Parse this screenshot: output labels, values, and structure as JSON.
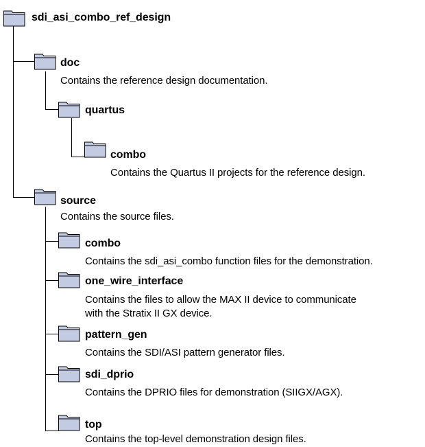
{
  "colors": {
    "folder_fill": "#C3CBE3",
    "folder_stroke": "#000000",
    "line": "#000000"
  },
  "tree": {
    "root": {
      "name": "sdi_asi_combo_ref_design",
      "icon": "folder-icon"
    },
    "doc": {
      "name": "doc",
      "description": "Contains the reference design documentation.",
      "icon": "folder-icon"
    },
    "quartus": {
      "name": "quartus",
      "icon": "folder-icon"
    },
    "quartus_combo": {
      "name": "combo",
      "description": "Contains the Quartus II projects for the reference design.",
      "icon": "folder-icon"
    },
    "source": {
      "name": "source",
      "description": "Contains the source files.",
      "icon": "folder-icon"
    },
    "source_combo": {
      "name": "combo",
      "description": "Contains the sdi_asi_combo function files for the demonstration.",
      "icon": "folder-icon"
    },
    "one_wire": {
      "name": "one_wire_interface",
      "description_lines": [
        "Contains the files to allow the MAX II device to communicate",
        "with the Stratix II GX device."
      ],
      "icon": "folder-icon"
    },
    "pattern_gen": {
      "name": "pattern_gen",
      "description": "Contains the SDI/ASI pattern generator files.",
      "icon": "folder-icon"
    },
    "sdi_dprio": {
      "name": "sdi_dprio",
      "description": "Contains the DPRIO files for demonstration (SIIGX/AGX).",
      "icon": "folder-icon"
    },
    "top": {
      "name": "top",
      "description": "Contains the top-level demonstration design files.",
      "icon": "folder-icon"
    }
  }
}
